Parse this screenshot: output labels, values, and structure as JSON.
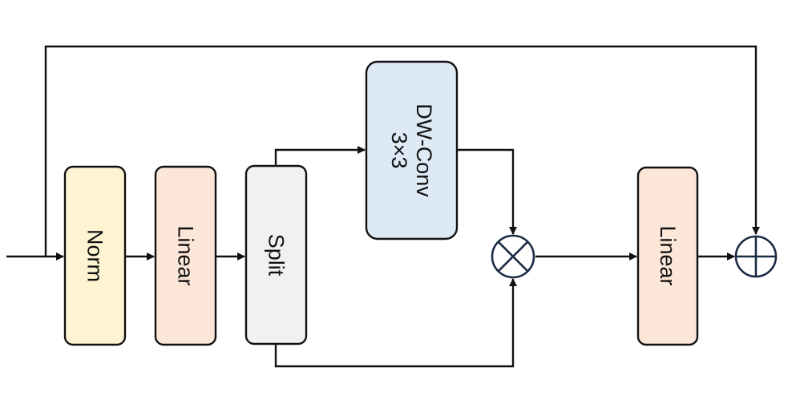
{
  "diagram": {
    "blocks": {
      "norm": {
        "label": "Norm",
        "fill": "#FFF4D2"
      },
      "linear1": {
        "label": "Linear",
        "fill": "#FCE6D8"
      },
      "split": {
        "label": "Split",
        "fill": "#F1F1F1"
      },
      "dwconv": {
        "label": "DW-Conv",
        "sublabel": "3×3",
        "fill": "#DEE9F6"
      },
      "linear2": {
        "label": "Linear",
        "fill": "#FCE6D8"
      }
    },
    "operators": {
      "multiply": {
        "symbol": "multiply",
        "stroke": "#1C2B45"
      },
      "add": {
        "symbol": "add",
        "stroke": "#1C2B45"
      }
    },
    "stroke_color": "#111111"
  }
}
